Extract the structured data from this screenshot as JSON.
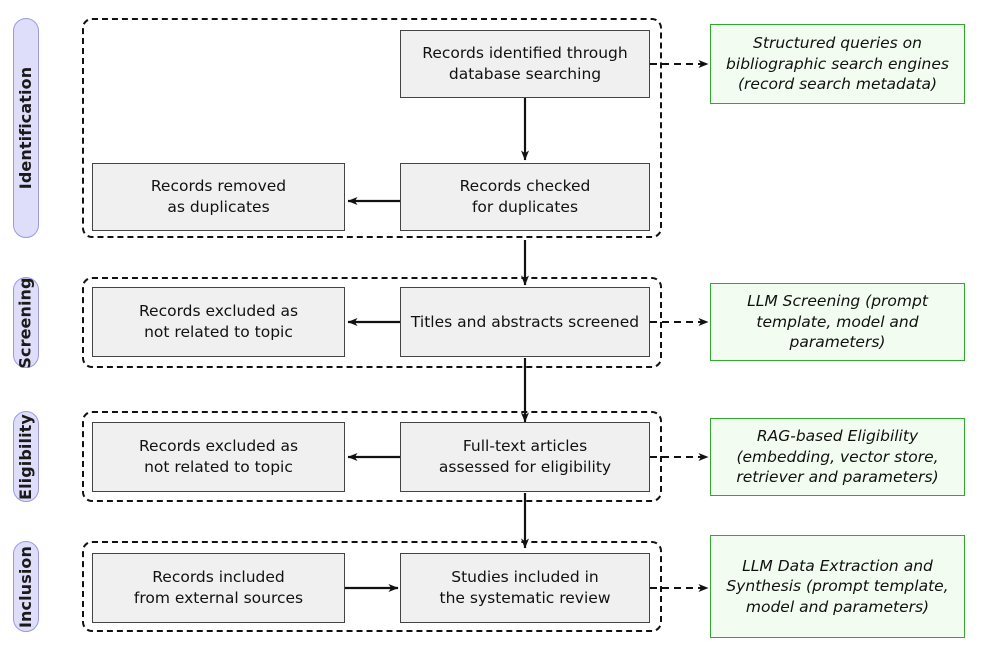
{
  "diagram": {
    "title": "PRISMA flow diagram with LLM-assisted stages",
    "type": "flowchart",
    "colors": {
      "stage_pill_fill": "#dedefa",
      "stage_pill_border": "#9a9ae2",
      "node_fill": "#f0f0f0",
      "node_border": "#444444",
      "annotation_fill": "#f3fcf1",
      "annotation_border": "#2faa2f",
      "container_border": "#111111",
      "connector": "#111111"
    }
  },
  "stages": [
    {
      "label": "Identification"
    },
    {
      "label": "Screening"
    },
    {
      "label": "Eligibility"
    },
    {
      "label": "Inclusion"
    }
  ],
  "nodes": {
    "records_identified": {
      "line1": "Records identified through",
      "line2": "database searching"
    },
    "records_removed": {
      "line1": "Records removed",
      "line2": "as duplicates"
    },
    "records_checked": {
      "line1": "Records checked",
      "line2": "for duplicates"
    },
    "screening_excluded": {
      "line1": "Records excluded as",
      "line2": "not related to topic"
    },
    "titles_screened": {
      "line1": "Titles and abstracts screened",
      "line2": ""
    },
    "eligibility_excluded": {
      "line1": "Records excluded as",
      "line2": "not related to topic"
    },
    "fulltext_assessed": {
      "line1": "Full-text articles",
      "line2": "assessed for eligibility"
    },
    "records_external": {
      "line1": "Records included",
      "line2": "from external sources"
    },
    "studies_included": {
      "line1": "Studies included in",
      "line2": "the systematic review"
    }
  },
  "annotations": {
    "identification": {
      "line1": "Structured queries on",
      "line2": "bibliographic search engines",
      "line3": "(record search metadata)",
      "line4": ""
    },
    "screening": {
      "line1": "LLM Screening",
      "line2": "(prompt template,",
      "line3": "model and parameters)",
      "line4": ""
    },
    "eligibility": {
      "line1": "RAG-based Eligibility",
      "line2": "(embedding, vector store,",
      "line3": "retriever and parameters)",
      "line4": ""
    },
    "inclusion": {
      "line1": "LLM Data Extraction",
      "line2": "and Synthesis",
      "line3": "(prompt template,",
      "line4": "model and parameters)"
    }
  }
}
